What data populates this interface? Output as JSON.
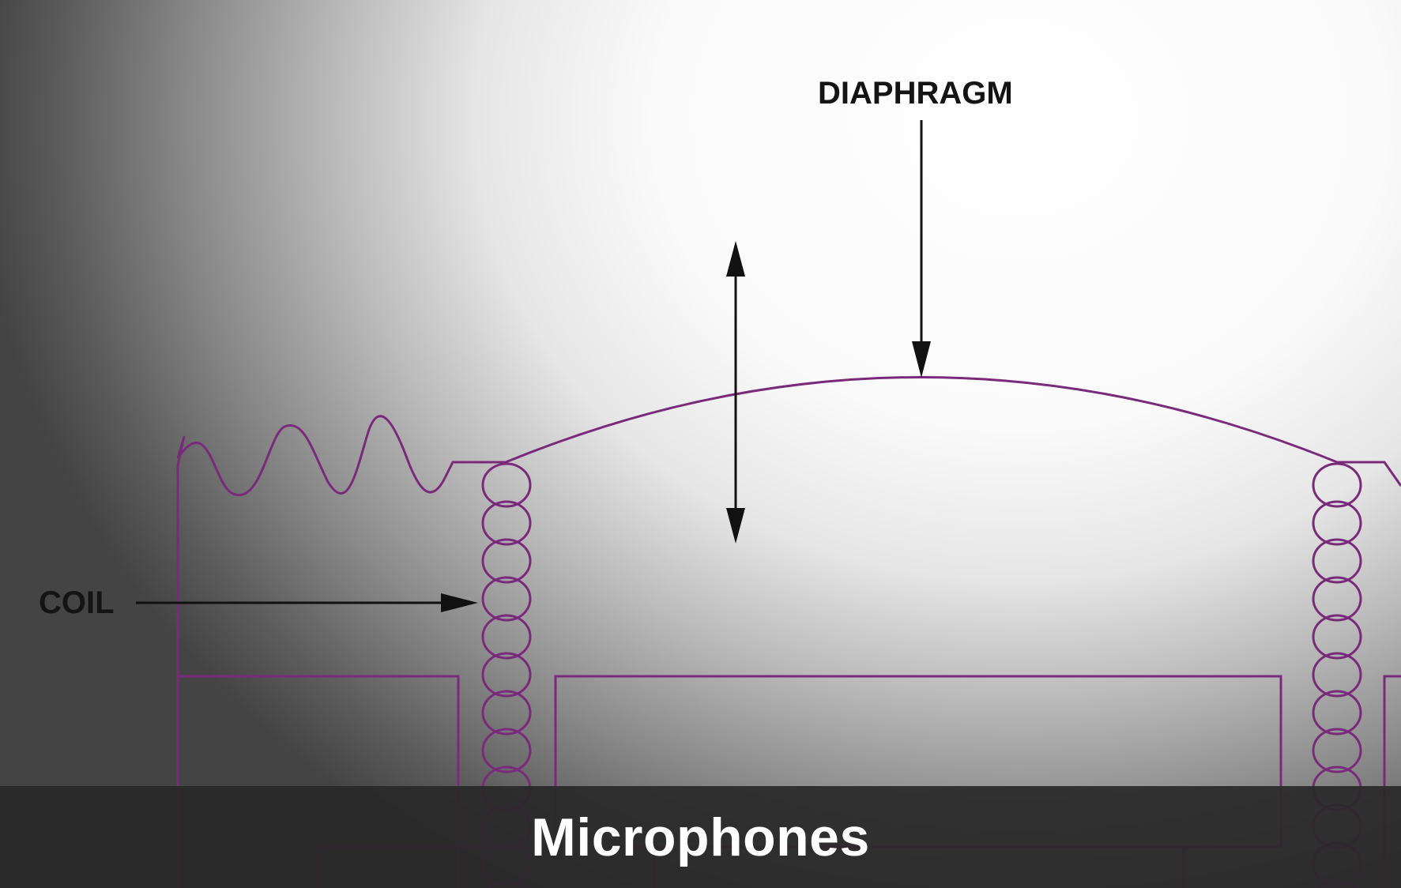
{
  "diagram": {
    "labels": {
      "diaphragm": "DIAPHRAGM",
      "coil": "COIL"
    },
    "line_color": "#7a2a7a",
    "arrow_color": "#111111"
  },
  "caption": {
    "text": "Microphones"
  }
}
